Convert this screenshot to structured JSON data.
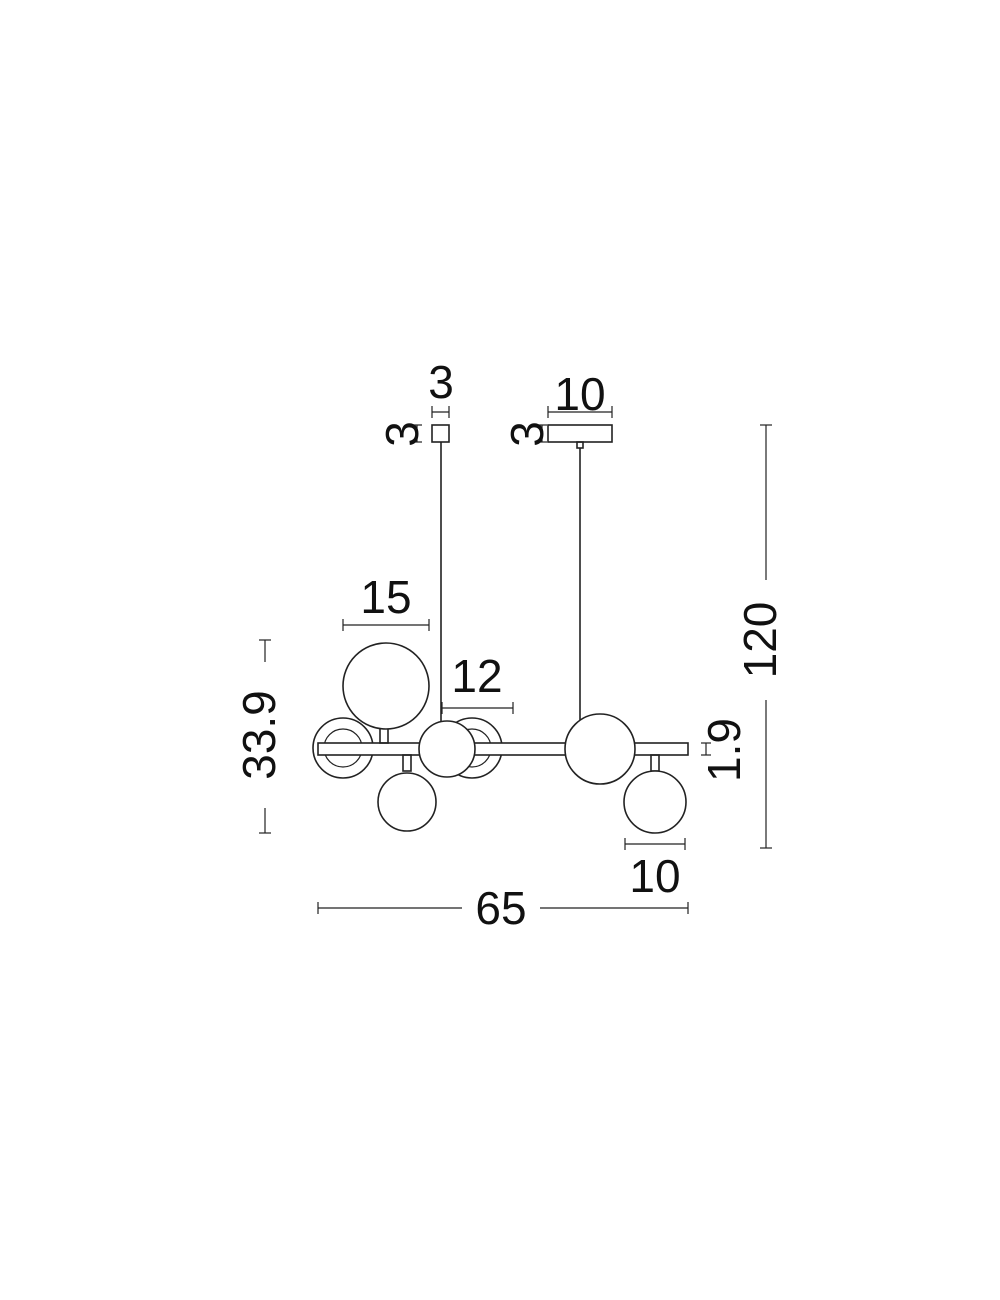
{
  "dimensions": {
    "canopy_small_width": "3",
    "canopy_small_height": "3",
    "canopy_large_width": "10",
    "canopy_large_height": "3",
    "globe_large": "15",
    "globe_medium": "12",
    "globe_small": "10",
    "bar_thickness": "1.9",
    "body_height": "33.9",
    "total_height": "120",
    "total_width": "65"
  },
  "colors": {
    "line": "#222222",
    "background": "#ffffff"
  }
}
